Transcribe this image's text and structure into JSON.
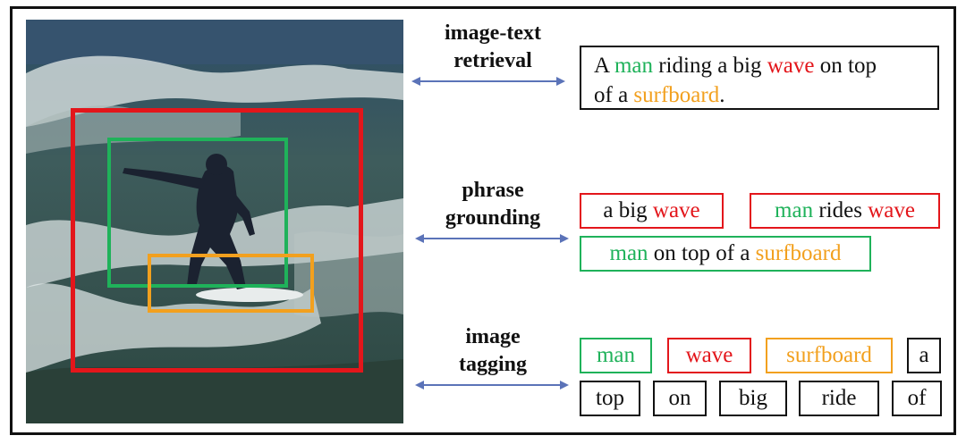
{
  "tasks": {
    "retrieval": {
      "line1": "image-text",
      "line2": "retrieval"
    },
    "grounding": {
      "line1": "phrase",
      "line2": "grounding"
    },
    "tagging": {
      "line1": "image",
      "line2": "tagging"
    }
  },
  "caption": {
    "w1": "A ",
    "w2": "man",
    "w3": " riding a big ",
    "w4": "wave",
    "w5": " on top",
    "w6": "of a ",
    "w7": "surfboard",
    "w8": "."
  },
  "phrases": {
    "p1": {
      "a": "a big ",
      "b": "wave"
    },
    "p2": {
      "a": "man",
      "b": " rides ",
      "c": "wave"
    },
    "p3": {
      "a": "man",
      "b": " on top of a ",
      "c": "surfboard"
    }
  },
  "tags": {
    "colored": [
      "man",
      "wave",
      "surfboard"
    ],
    "plain": [
      "a",
      "top",
      "on",
      "big",
      "ride",
      "of"
    ]
  },
  "colors": {
    "man": "#1fb25a",
    "wave": "#e3161b",
    "surfboard": "#f2a01e",
    "arrow": "#5b73b8"
  }
}
